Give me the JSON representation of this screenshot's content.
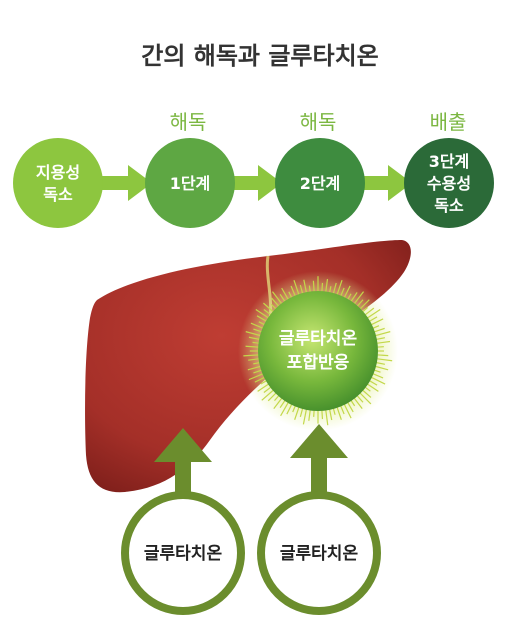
{
  "title": "간의 해독과 글루타치온",
  "flow": {
    "label_color": "#7cb742",
    "arrow_color": "#8dc63f",
    "nodes": [
      {
        "lines": [
          "지용성",
          "독소"
        ],
        "color": "#8dc63f"
      },
      {
        "stage_label": "해독",
        "lines": [
          "1단계"
        ],
        "color": "#5ea743"
      },
      {
        "stage_label": "해독",
        "lines": [
          "2단계"
        ],
        "color": "#3e8c3f"
      },
      {
        "stage_label": "배출",
        "lines": [
          "3단계",
          "수용성",
          "독소"
        ],
        "color": "#2b6a38"
      }
    ]
  },
  "liver": {
    "color": "#a42f28",
    "ligament_color": "#d8b66a",
    "conjugation": {
      "lines": [
        "글루타치온",
        "포합반응"
      ],
      "color": "#3f8a2a",
      "ray_color": "#c3d84a"
    }
  },
  "inputs": {
    "color": "#6b8d2d",
    "items": [
      {
        "label": "글루타치온"
      },
      {
        "label": "글루타치온"
      }
    ]
  }
}
